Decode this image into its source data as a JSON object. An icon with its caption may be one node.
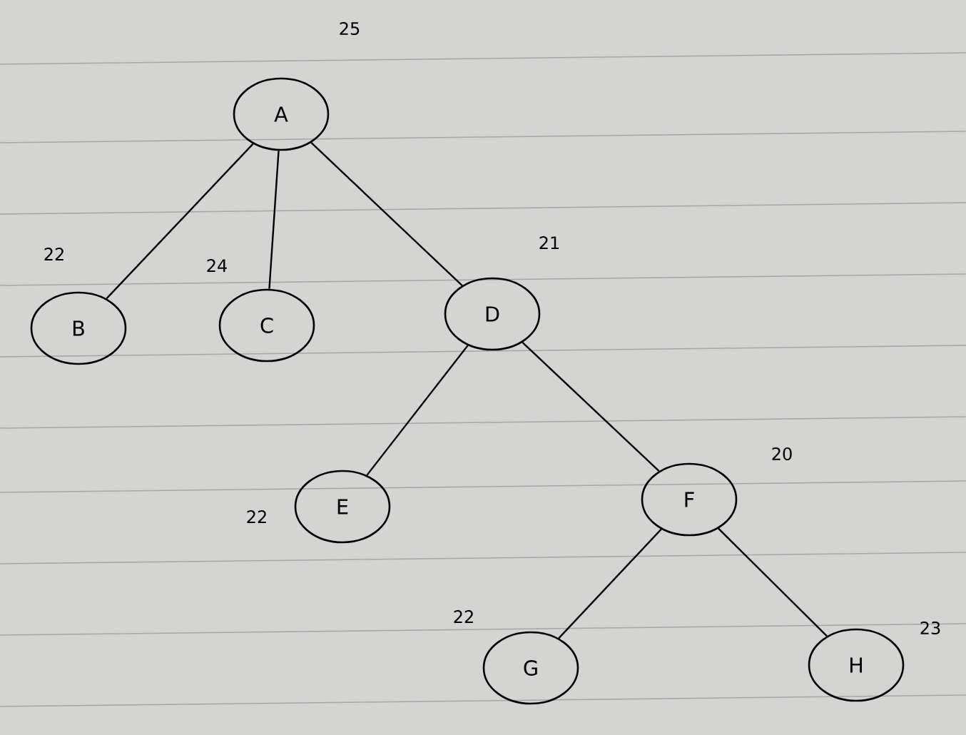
{
  "diagram": {
    "nodes": [
      {
        "text": [
          "A"
        ],
        "beside": [
          "25"
        ]
      },
      {
        "text": [
          "B"
        ],
        "beside": [
          "22"
        ]
      },
      {
        "text": [
          "C"
        ],
        "beside": [
          "24"
        ]
      },
      {
        "text": [
          "D"
        ],
        "beside": [
          "21"
        ]
      },
      {
        "text": [
          "E"
        ],
        "beside": [
          "22"
        ]
      },
      {
        "text": [
          "F"
        ],
        "beside": [
          "20"
        ]
      },
      {
        "text": [
          "G"
        ],
        "beside": [
          "22"
        ]
      },
      {
        "text": [
          "H"
        ],
        "beside": [
          "23"
        ]
      }
    ],
    "edges": [
      {
        "from": 0,
        "to": 1,
        "arrow": "none"
      },
      {
        "from": 0,
        "to": 2,
        "arrow": "none"
      },
      {
        "from": 0,
        "to": 3,
        "arrow": "none"
      },
      {
        "from": 3,
        "to": 4,
        "arrow": "none"
      },
      {
        "from": 3,
        "to": 5,
        "arrow": "none"
      },
      {
        "from": 5,
        "to": 6,
        "arrow": "none"
      },
      {
        "from": 5,
        "to": 7,
        "arrow": "none"
      }
    ]
  }
}
